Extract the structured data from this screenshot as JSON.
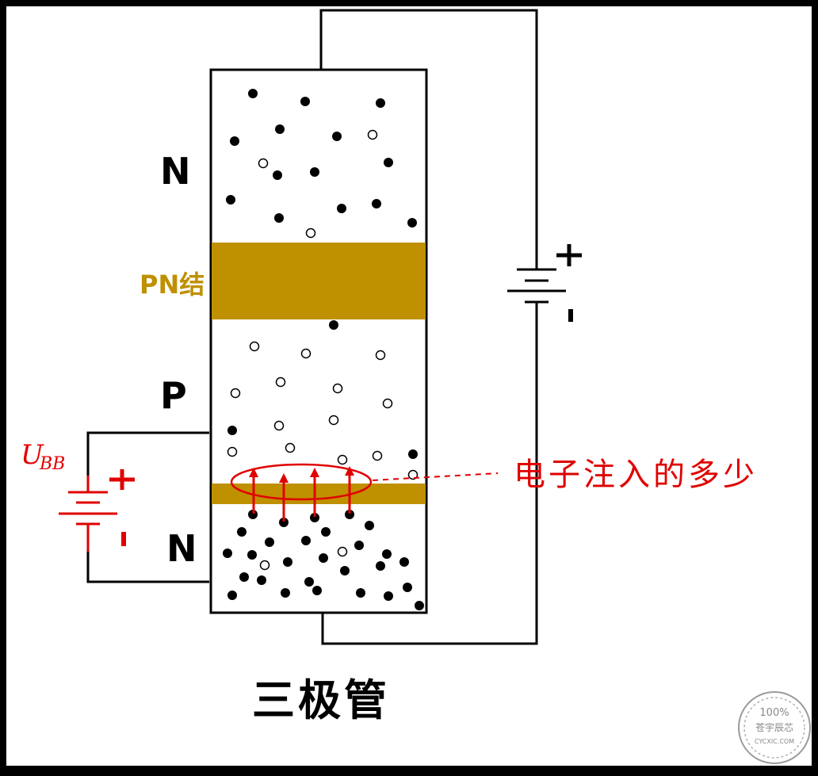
{
  "labels": {
    "top_region": "N",
    "junction": "PN结",
    "middle_region": "P",
    "bottom_region": "N",
    "source_u": "U",
    "source_sub": "BB",
    "annotation": "电子注入的多少",
    "title": "三极管"
  },
  "watermark": {
    "percent": "100%",
    "name": "苍宇辰芯",
    "site": "CYCXIC.COM"
  },
  "colors": {
    "frame": "#000000",
    "background": "#FFFFFF",
    "junction": "#BF9000",
    "accent": "#E00000"
  }
}
